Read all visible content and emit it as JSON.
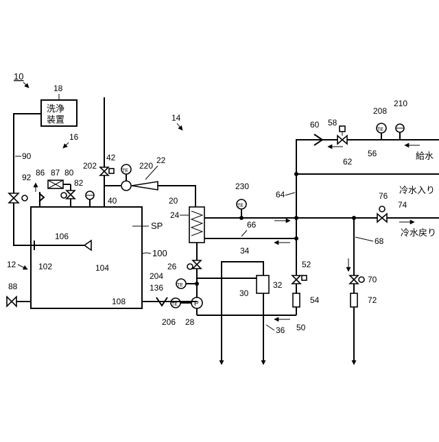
{
  "labels": {
    "system": "10",
    "washer_ref": "18",
    "washer_line1": "洗浄",
    "washer_line2": "装置",
    "unit14": "14",
    "unit16": "16",
    "l90": "90",
    "l92": "92",
    "l86": "86",
    "l87": "87",
    "l80": "80",
    "l82": "82",
    "l202": "202",
    "l42": "42",
    "l220": "220",
    "l22": "22",
    "l40": "40",
    "l20": "20",
    "l24": "24",
    "sp": "SP",
    "l106": "106",
    "l12": "12",
    "l102": "102",
    "l104": "104",
    "l100": "100",
    "l88": "88",
    "l108": "108",
    "l136": "136",
    "l26": "26",
    "l204": "204",
    "l206": "206",
    "l28": "28",
    "l230": "230",
    "l66": "66",
    "l34": "34",
    "l30": "30",
    "l32": "32",
    "l36": "36",
    "l60": "60",
    "l58": "58",
    "l208": "208",
    "l210": "210",
    "l56": "56",
    "supply_water": "給水",
    "l62": "62",
    "l64": "64",
    "chilled_in": "冷水入り",
    "l76": "76",
    "l74": "74",
    "chilled_return": "冷水戻り",
    "l68": "68",
    "l52": "52",
    "l54": "54",
    "l50": "50",
    "l70": "70",
    "l72": "72",
    "sensor_te": "TE",
    "sensor_p": "P"
  }
}
